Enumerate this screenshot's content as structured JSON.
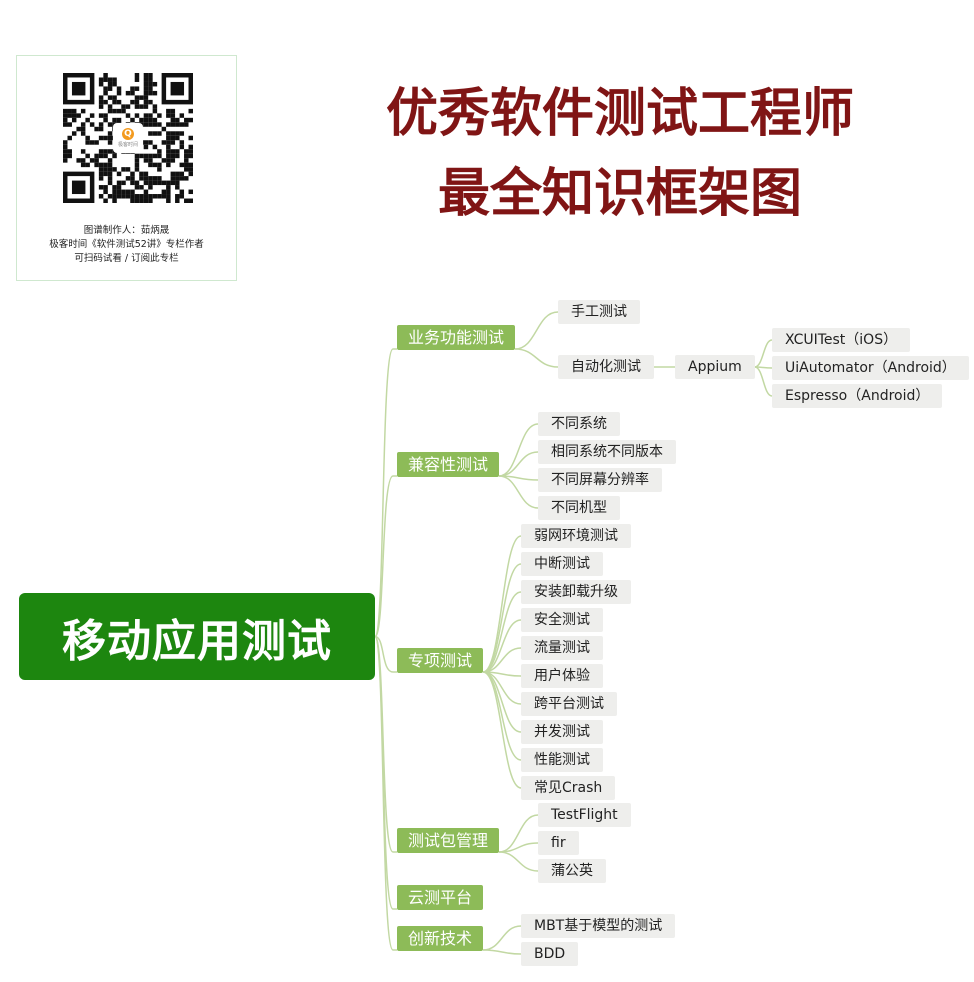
{
  "qr_card": {
    "logo_letter": "Q",
    "logo_text": "极客时间",
    "line1": "图谱制作人：茹炳晟",
    "line2": "极客时间《软件测试52讲》专栏作者",
    "line3": "可扫码试看 / 订阅此专栏"
  },
  "title": {
    "line1": "优秀软件测试工程师",
    "line2": "最全知识框架图"
  },
  "colors": {
    "title": "#801515",
    "root": "#1d860f",
    "branch": "#8dbb58",
    "leaf_bg": "#eeeeec",
    "connector": "#c2d8a3"
  },
  "mindmap": {
    "root": "移动应用测试",
    "b1": {
      "label": "业务功能测试",
      "manual": "手工测试",
      "auto": "自动化测试",
      "appium": "Appium",
      "tools": [
        "XCUITest（iOS）",
        "UiAutomator（Android）",
        "Espresso（Android）"
      ]
    },
    "b2": {
      "label": "兼容性测试",
      "items": [
        "不同系统",
        "相同系统不同版本",
        "不同屏幕分辨率",
        "不同机型"
      ]
    },
    "b3": {
      "label": "专项测试",
      "items": [
        "弱网环境测试",
        "中断测试",
        "安装卸载升级",
        "安全测试",
        "流量测试",
        "用户体验",
        "跨平台测试",
        "并发测试",
        "性能测试",
        "常见Crash"
      ]
    },
    "b4": {
      "label": "测试包管理",
      "items": [
        "TestFlight",
        "fir",
        "蒲公英"
      ]
    },
    "b5": {
      "label": "云测平台"
    },
    "b6": {
      "label": "创新技术",
      "items": [
        "MBT基于模型的测试",
        "BDD"
      ]
    }
  }
}
